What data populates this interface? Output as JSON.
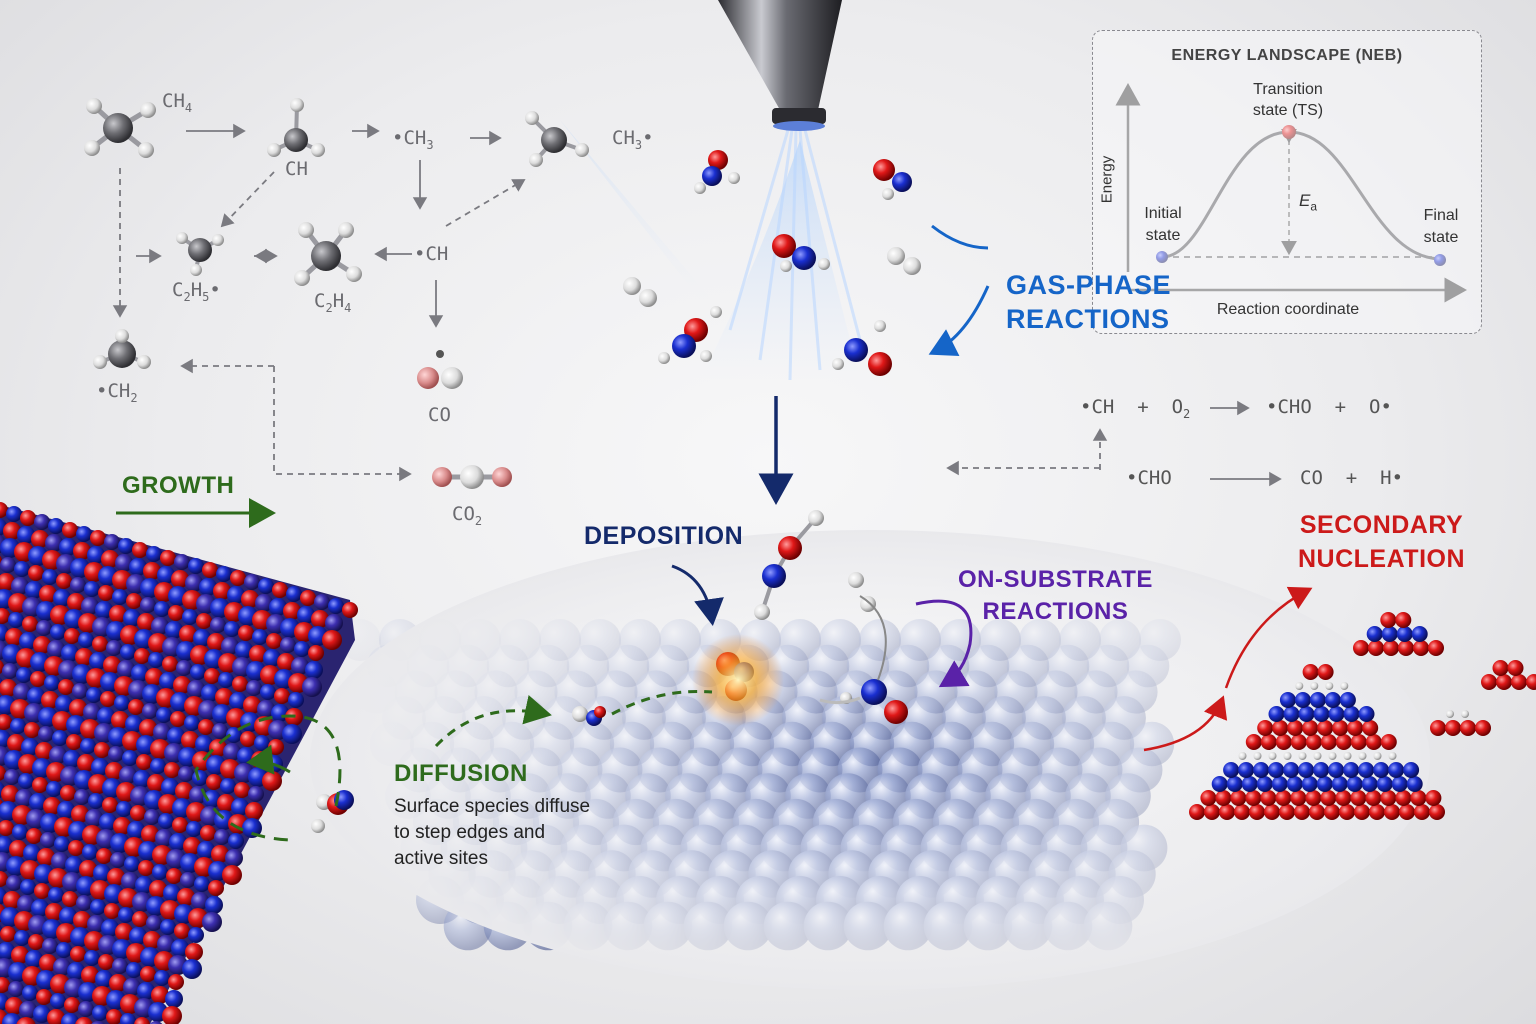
{
  "gas_phase_network": {
    "species": {
      "ch4": {
        "main": "CH",
        "sub": "4",
        "post": ""
      },
      "ch": {
        "main": "CH",
        "sub": "",
        "post": ""
      },
      "ch3_radical": {
        "pre": "•",
        "main": "CH",
        "sub": "3",
        "post": ""
      },
      "ch3_radical_right": {
        "pre": "",
        "main": "CH",
        "sub": "3",
        "post": "•"
      },
      "c2h5": {
        "main": "C",
        "sub1": "2",
        "mid": "H",
        "sub2": "5",
        "post": "•"
      },
      "c2h4": {
        "main": "C",
        "sub1": "2",
        "mid": "H",
        "sub2": "4"
      },
      "ch_radical": {
        "pre": "•",
        "main": "CH"
      },
      "ch2_radical": {
        "pre": "•",
        "main": "CH",
        "sub": "2"
      },
      "co": {
        "main": "CO"
      },
      "co2": {
        "main": "CO",
        "sub": "2"
      }
    }
  },
  "reactions": {
    "r1": {
      "reactant1": "•CH",
      "plus1": "+",
      "reactant2_main": "O",
      "reactant2_sub": "2",
      "product1": "•CHO",
      "plus2": "+",
      "product2": "O•"
    },
    "r2": {
      "reactant": "•CHO",
      "product1": "CO",
      "plus": "+",
      "product2": "H•"
    }
  },
  "labels": {
    "gas_phase": [
      "GAS-PHASE",
      "REACTIONS"
    ],
    "growth": "GROWTH",
    "deposition": "DEPOSITION",
    "on_substrate": [
      "ON-SUBSTRATE",
      "REACTIONS"
    ],
    "secondary_nucleation": [
      "SECONDARY",
      "NUCLEATION"
    ],
    "diffusion": "DIFFUSION",
    "diffusion_desc": [
      "Surface species diffuse",
      "to step edges and",
      "active sites"
    ]
  },
  "energy_panel": {
    "title": "ENERGY LANDSCAPE (NEB)",
    "y_axis": "Energy",
    "x_axis": "Reaction coordinate",
    "transition_state": [
      "Transition",
      "state (TS)"
    ],
    "initial_state": [
      "Initial",
      "state"
    ],
    "final_state": [
      "Final",
      "state"
    ],
    "barrier_main": "E",
    "barrier_sub": "a"
  },
  "colors": {
    "gas_phase": "#1565c8",
    "growth": "#2e6b1c",
    "deposition": "#142a6b",
    "on_substrate": "#5a22a8",
    "nucleation": "#cc1a1a",
    "diffusion": "#2e6b1c",
    "oxygen": "#e01818",
    "nitrogen": "#1a2fd0",
    "hydrogen": "#e8e8e8",
    "carbon": "#707075",
    "substrate": "#8a9ccc"
  }
}
